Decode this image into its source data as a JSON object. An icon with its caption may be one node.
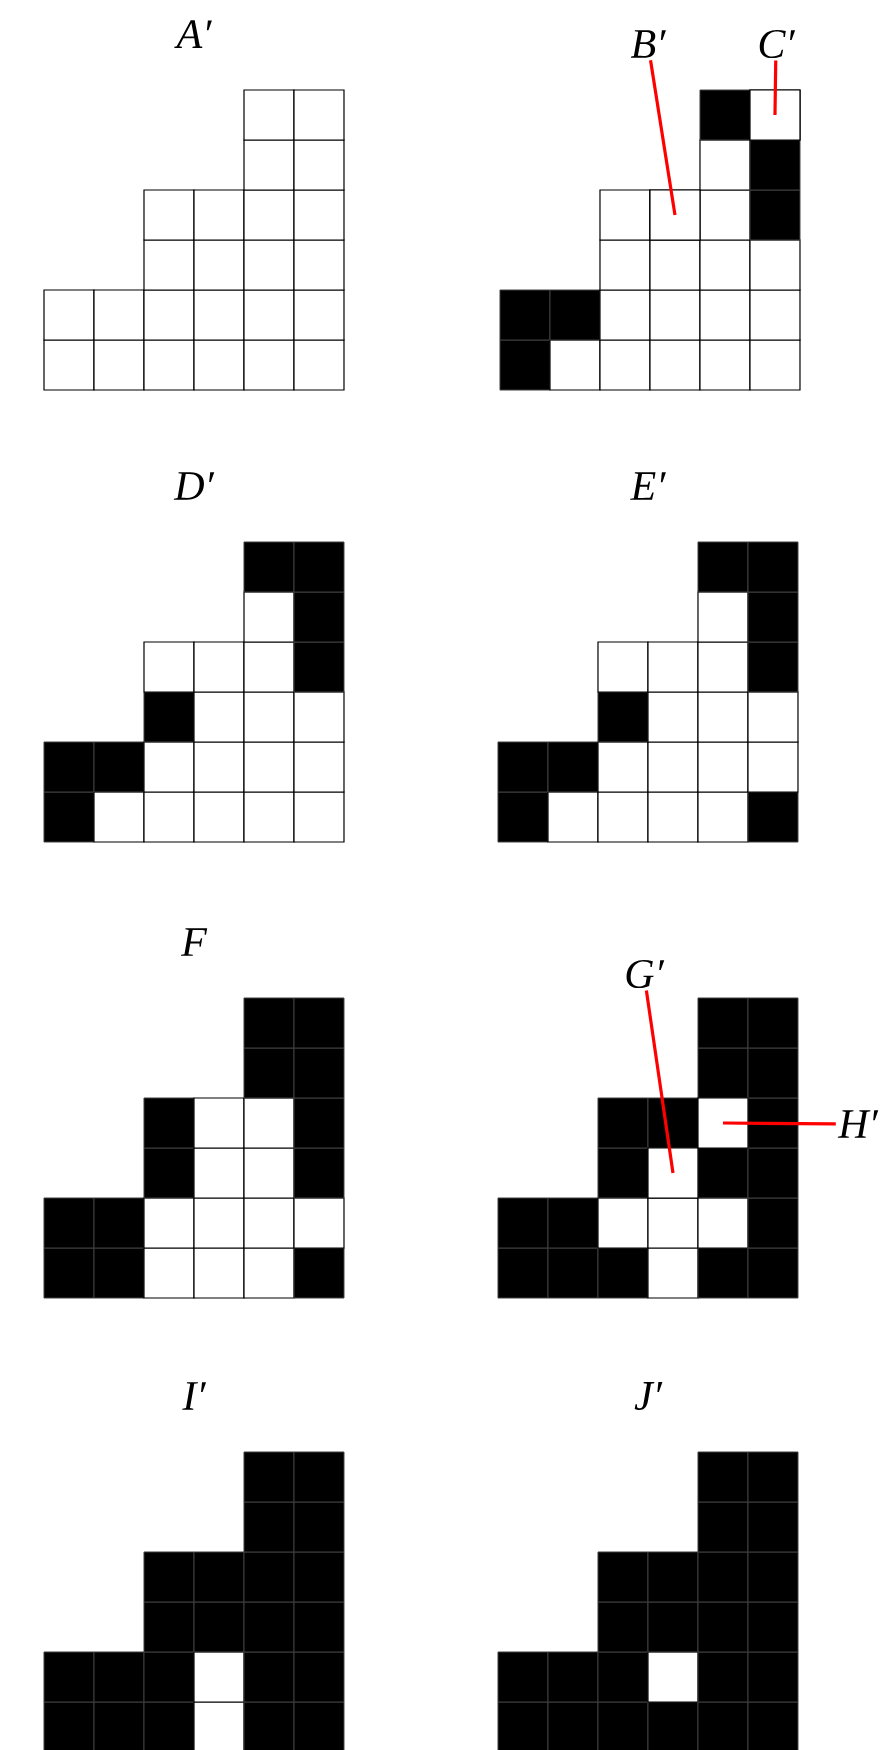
{
  "diagram": {
    "nodes": [
      {
        "text": [
          "A′"
        ]
      },
      {
        "text": [],
        "shape": "box"
      },
      {
        "text": [
          "B′"
        ]
      },
      {
        "text": [
          "C′"
        ]
      },
      {
        "text": [],
        "shape": "box",
        "in": 1
      },
      {
        "text": [],
        "shape": "box",
        "in": 1
      },
      {
        "text": [
          "D′"
        ]
      },
      {
        "text": [
          "E′"
        ]
      },
      {
        "text": [
          "F"
        ]
      },
      {
        "text": [],
        "shape": "box"
      },
      {
        "text": [
          "G′"
        ]
      },
      {
        "text": [
          "H′"
        ]
      },
      {
        "text": [],
        "shape": "box",
        "in": 9
      },
      {
        "text": [],
        "shape": "box",
        "in": 9
      },
      {
        "text": [
          "I′"
        ]
      },
      {
        "text": [
          "J′"
        ]
      }
    ],
    "edges": [
      {
        "from": 2,
        "to": 4,
        "arrow": "none",
        "color": "#ff0000"
      },
      {
        "from": 3,
        "to": 5,
        "arrow": "none",
        "color": "#ff0000"
      },
      {
        "from": 10,
        "to": 12,
        "arrow": "none",
        "color": "#ff0000"
      },
      {
        "from": 11,
        "to": 13,
        "arrow": "none",
        "color": "#ff0000"
      }
    ]
  }
}
